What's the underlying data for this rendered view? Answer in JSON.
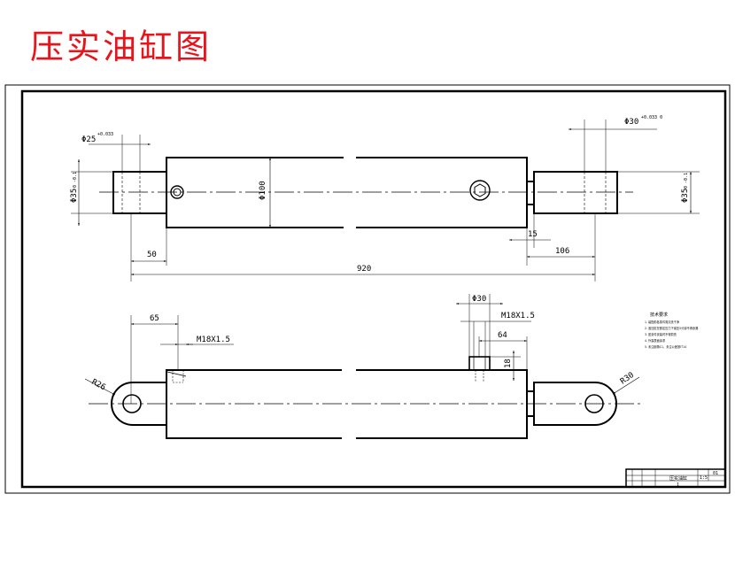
{
  "title": "压实油缸图",
  "colors": {
    "title": "#e8141c",
    "line": "#000000",
    "paper": "#ffffff"
  },
  "top_view": {
    "dims": {
      "rod_dia_left": "Φ35",
      "rod_dia_left_tol": "0\n-0.1",
      "pin_dia_left": "Φ25",
      "pin_dia_left_tol": "+0.033",
      "pin_dia_right": "Φ30",
      "pin_dia_right_tol": "+0.033\n0",
      "bore": "Φ100",
      "rod_dia_right": "Φ35",
      "rod_dia_right_tol": "0\n-0.1",
      "left_len": "50",
      "gap": "15",
      "right_len": "106",
      "total_len": "920"
    }
  },
  "bottom_view": {
    "dims": {
      "left_port_pos": "65",
      "left_thread": "M18X1.5",
      "eye_left": "R26",
      "port_dia": "Φ30",
      "right_thread": "M18X1.5",
      "right_port_pos": "64",
      "port_height": "18",
      "eye_right": "R30"
    }
  },
  "notes": {
    "heading": "技术要求",
    "items": [
      "1. 装配前各零件需清洗干净",
      "2. 液压缸在额定压力下保压5分钟不得渗漏",
      "3. 密封件安装时不得损伤",
      "4. 外露表面涂漆",
      "5. 未注倒角C1，未注公差按IT14"
    ]
  },
  "title_block": {
    "name": "压实油缸",
    "code": "01",
    "scale": "1:5",
    "sheet": "1"
  }
}
